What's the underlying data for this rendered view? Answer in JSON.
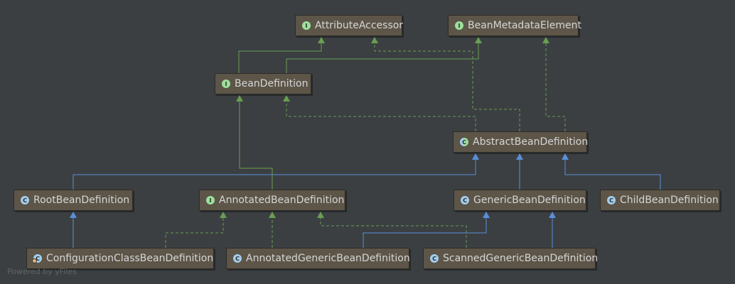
{
  "nodes": [
    {
      "id": "attributeAccessor",
      "label": "AttributeAccessor",
      "kind": "interface",
      "icon": "interface-icon"
    },
    {
      "id": "beanMetadataElement",
      "label": "BeanMetadataElement",
      "kind": "interface",
      "icon": "interface-icon"
    },
    {
      "id": "beanDefinition",
      "label": "BeanDefinition",
      "kind": "interface",
      "icon": "interface-icon"
    },
    {
      "id": "abstractBeanDefinition",
      "label": "AbstractBeanDefinition",
      "kind": "abstract-class",
      "icon": "abstract-class-icon"
    },
    {
      "id": "rootBeanDefinition",
      "label": "RootBeanDefinition",
      "kind": "class",
      "icon": "class-icon"
    },
    {
      "id": "annotatedBeanDefinition",
      "label": "AnnotatedBeanDefinition",
      "kind": "interface",
      "icon": "interface-icon"
    },
    {
      "id": "genericBeanDefinition",
      "label": "GenericBeanDefinition",
      "kind": "class",
      "icon": "class-icon"
    },
    {
      "id": "childBeanDefinition",
      "label": "ChildBeanDefinition",
      "kind": "class",
      "icon": "class-icon"
    },
    {
      "id": "configurationClassBeanDefinition",
      "label": "ConfigurationClassBeanDefinition",
      "kind": "class",
      "icon": "configuration-class-icon"
    },
    {
      "id": "annotatedGenericBeanDefinition",
      "label": "AnnotatedGenericBeanDefinition",
      "kind": "class",
      "icon": "class-icon"
    },
    {
      "id": "scannedGenericBeanDefinition",
      "label": "ScannedGenericBeanDefinition",
      "kind": "class",
      "icon": "class-icon"
    }
  ],
  "edges": [
    {
      "from": "beanDefinition",
      "to": "attributeAccessor",
      "type": "extends"
    },
    {
      "from": "beanDefinition",
      "to": "beanMetadataElement",
      "type": "extends"
    },
    {
      "from": "abstractBeanDefinition",
      "to": "beanDefinition",
      "type": "implements"
    },
    {
      "from": "abstractBeanDefinition",
      "to": "attributeAccessor",
      "type": "implements"
    },
    {
      "from": "abstractBeanDefinition",
      "to": "beanMetadataElement",
      "type": "implements"
    },
    {
      "from": "annotatedBeanDefinition",
      "to": "beanDefinition",
      "type": "extends"
    },
    {
      "from": "rootBeanDefinition",
      "to": "abstractBeanDefinition",
      "type": "inherits"
    },
    {
      "from": "genericBeanDefinition",
      "to": "abstractBeanDefinition",
      "type": "inherits"
    },
    {
      "from": "childBeanDefinition",
      "to": "abstractBeanDefinition",
      "type": "inherits"
    },
    {
      "from": "configurationClassBeanDefinition",
      "to": "rootBeanDefinition",
      "type": "inherits"
    },
    {
      "from": "configurationClassBeanDefinition",
      "to": "annotatedBeanDefinition",
      "type": "implements"
    },
    {
      "from": "annotatedGenericBeanDefinition",
      "to": "annotatedBeanDefinition",
      "type": "implements"
    },
    {
      "from": "annotatedGenericBeanDefinition",
      "to": "genericBeanDefinition",
      "type": "inherits"
    },
    {
      "from": "scannedGenericBeanDefinition",
      "to": "annotatedBeanDefinition",
      "type": "implements"
    },
    {
      "from": "scannedGenericBeanDefinition",
      "to": "genericBeanDefinition",
      "type": "inherits"
    }
  ],
  "colors": {
    "background": "#3b3f42",
    "node_fill": "#5c5548",
    "node_text": "#d6d6d6",
    "extends_edge": "#6a9e52",
    "implements_edge": "#6a9e52",
    "inherits_edge": "#5a8fd8"
  },
  "watermark": "Powered by yFiles"
}
